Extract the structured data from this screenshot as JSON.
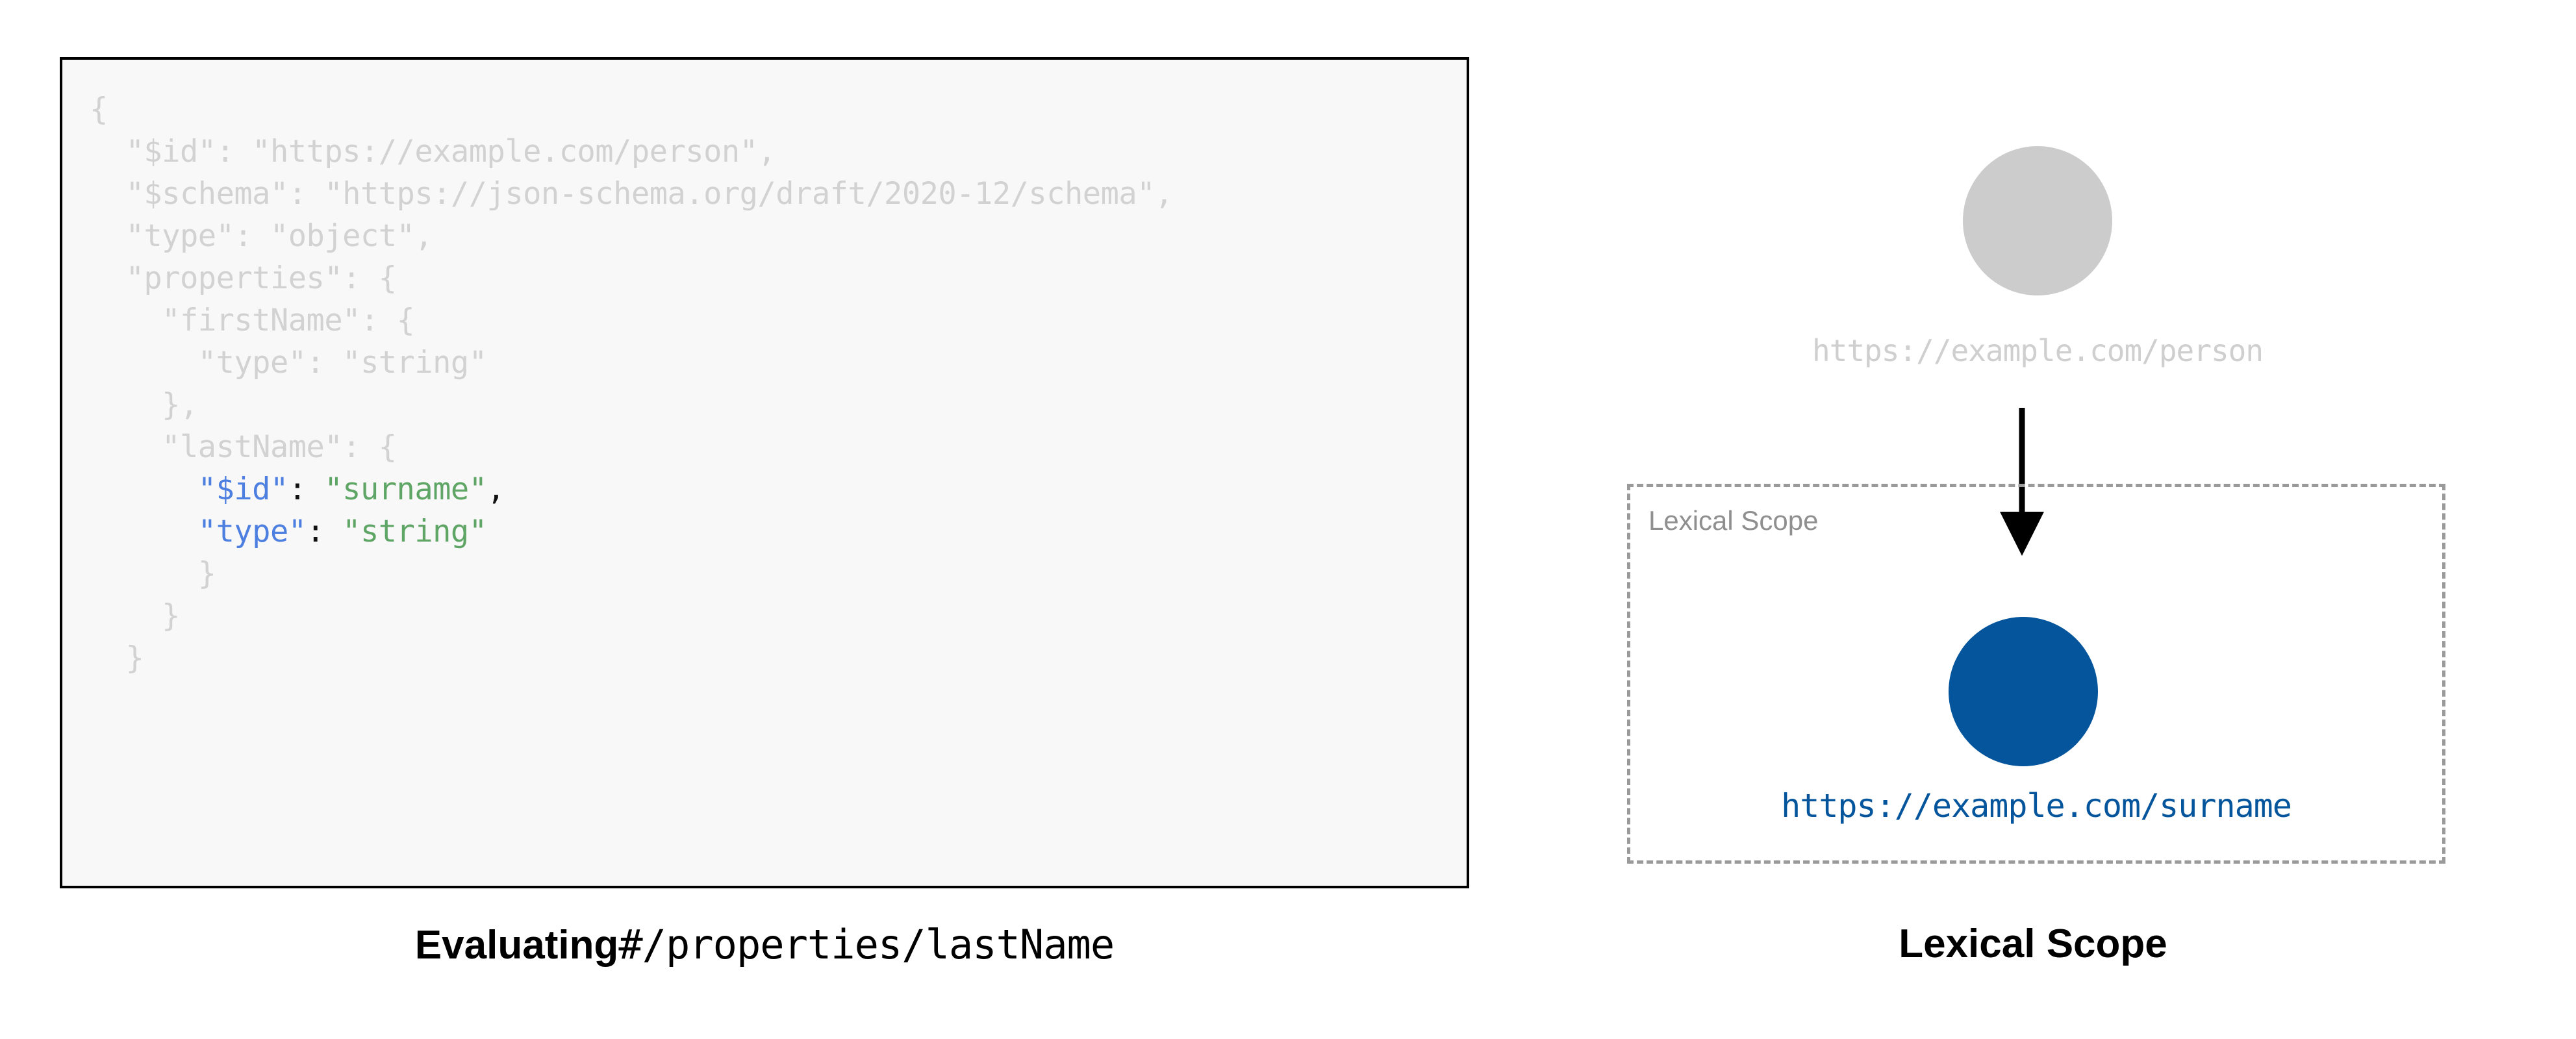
{
  "colors": {
    "background": "#ffffff",
    "code_panel_bg": "#f8f8f8",
    "code_panel_border": "#000000",
    "code_dim_text": "#d2d2d2",
    "code_key": "#4d7fe0",
    "code_string": "#5fa566",
    "code_punct": "#111111",
    "outer_node": "#cccccc",
    "outer_node_label": "#cfcfcf",
    "inner_node": "#05559c",
    "inner_node_label": "#05559c",
    "scope_border": "#9a9a9a",
    "scope_label": "#8f8f8f",
    "arrow": "#000000"
  },
  "code_panel": {
    "language": "json",
    "lines": [
      {
        "indent": 0,
        "dim": true,
        "text": "{"
      },
      {
        "indent": 1,
        "dim": true,
        "text": "\"$id\": \"https://example.com/person\","
      },
      {
        "indent": 1,
        "dim": true,
        "text": "\"$schema\": \"https://json-schema.org/draft/2020-12/schema\","
      },
      {
        "indent": 1,
        "dim": true,
        "text": "\"type\": \"object\","
      },
      {
        "indent": 1,
        "dim": true,
        "text": "\"properties\": {"
      },
      {
        "indent": 2,
        "dim": true,
        "text": "\"firstName\": {"
      },
      {
        "indent": 3,
        "dim": true,
        "text": "\"type\": \"string\""
      },
      {
        "indent": 2,
        "dim": true,
        "text": "},"
      },
      {
        "indent": 2,
        "dim": true,
        "text": "\"lastName\": {"
      },
      {
        "indent": 3,
        "dim": false,
        "tokens": [
          {
            "kind": "key",
            "text": "\"$id\""
          },
          {
            "kind": "punct",
            "text": ": "
          },
          {
            "kind": "str",
            "text": "\"surname\""
          },
          {
            "kind": "punct",
            "text": ","
          }
        ]
      },
      {
        "indent": 3,
        "dim": false,
        "tokens": [
          {
            "kind": "key",
            "text": "\"type\""
          },
          {
            "kind": "punct",
            "text": ": "
          },
          {
            "kind": "str",
            "text": "\"string\""
          }
        ]
      },
      {
        "indent": 3,
        "dim": true,
        "text": "}"
      },
      {
        "indent": 2,
        "dim": true,
        "text": "}"
      },
      {
        "indent": 1,
        "dim": true,
        "text": "}"
      }
    ]
  },
  "left_caption": {
    "bold_text": "Evaluating",
    "mono_text": "#/properties/lastName"
  },
  "diagram": {
    "outer_node": {
      "label": "https://example.com/person",
      "icon": "circle-node-icon"
    },
    "arrow": {
      "icon": "arrow-down-icon",
      "direction": "down"
    },
    "scope_box": {
      "label": "Lexical Scope",
      "inner_node": {
        "label": "https://example.com/surname",
        "icon": "circle-node-icon"
      }
    }
  },
  "right_caption": {
    "text": "Lexical Scope"
  }
}
